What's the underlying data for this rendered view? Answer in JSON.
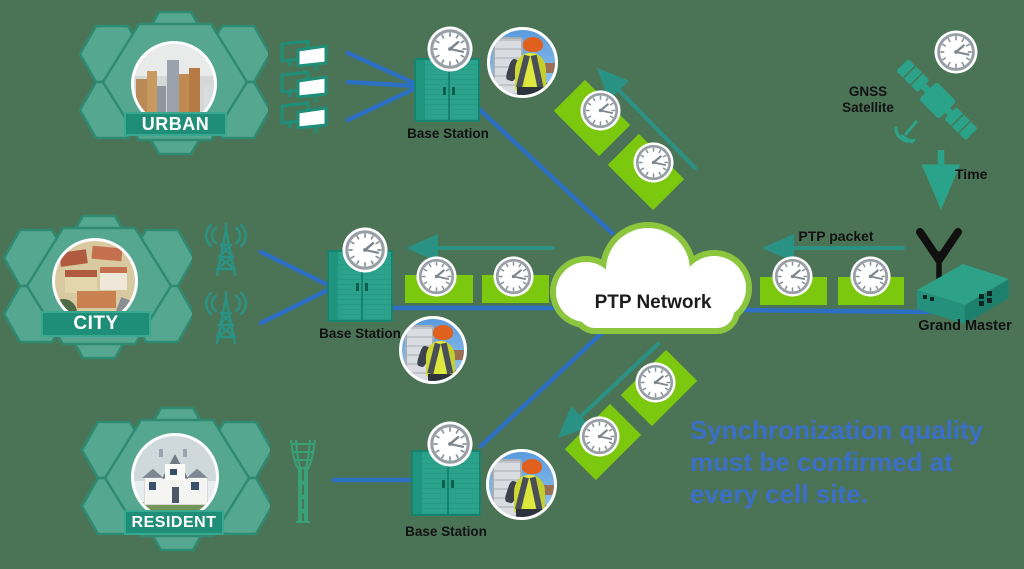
{
  "title": "PTP network time synchronization diagram",
  "colors": {
    "background": "#4b7456",
    "hexagon_fill": "#55a78f",
    "hexagon_border": "#2e8a71",
    "banner_green": "#1f8e78",
    "bright_green": "#7cc80e",
    "cloud_border": "#8cc63f",
    "link_blue": "#2d6fc2",
    "arrow_teal": "#2a9284",
    "message_blue": "#3b6ec6"
  },
  "sites": {
    "urban": {
      "label": "URBAN"
    },
    "city": {
      "label": "CITY"
    },
    "resident": {
      "label": "RESIDENT"
    }
  },
  "base_stations": {
    "top": "Base Station",
    "middle": "Base Station",
    "bottom": "Base Station"
  },
  "cloud": {
    "label": "PTP Network"
  },
  "gnss": {
    "label": "GNSS\nSatellite"
  },
  "time_label": "Time",
  "ptp_packet_label": "PTP packet",
  "grand_master_label": "Grand Master",
  "message": "Synchronization quality\nmust be confirmed at\nevery cell site.",
  "icons": [
    "clock-icon",
    "satellite-icon",
    "radio-tower-icon",
    "panel-antenna-icon",
    "lattice-tower-icon",
    "worker-photo",
    "base-station-cabinet-icon",
    "cloud-icon",
    "grand-master-device-icon",
    "antenna-icon"
  ]
}
